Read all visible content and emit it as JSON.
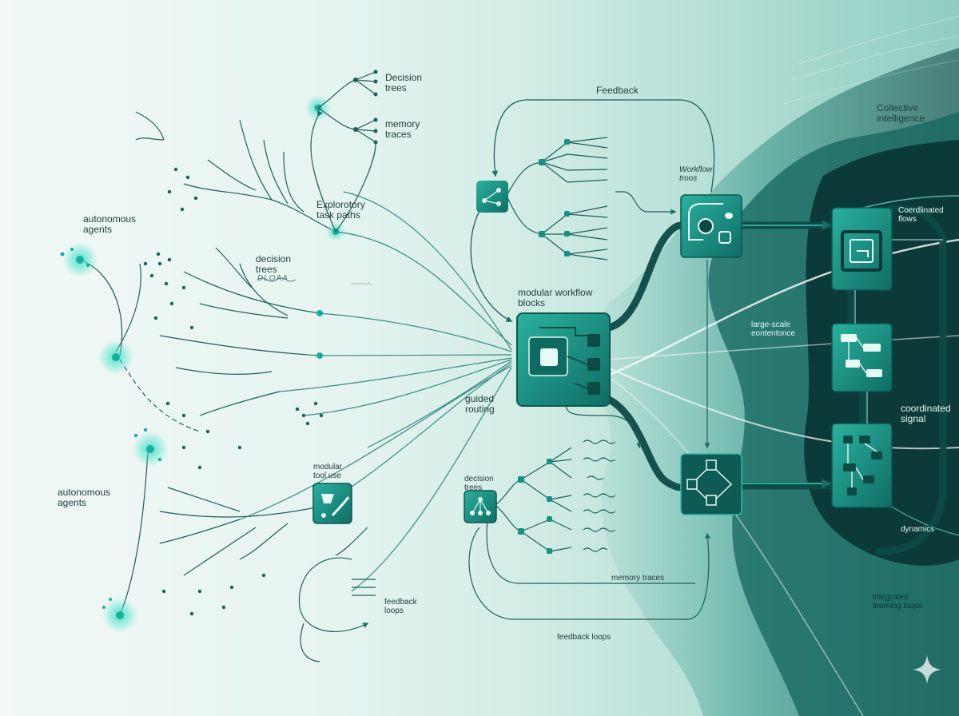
{
  "labels": {
    "autonomous_agents_top": "autonomous\nagents",
    "decision_trees_left": "decision\ntrees",
    "scribble_text": "DLOAA",
    "autonomous_agents_bottom": "autonomous\nagents",
    "decision_trees_top": "Decision\ntrees",
    "memory_traces_top": "memory\ntraces",
    "exploratory_task_paths": "Explorotory\ntask paths",
    "modular_tool_use": "modular\ntool use",
    "feedback_loops_left": "feedback\nloops",
    "feedback_top": "Feedback",
    "modular_workflow_blocks": "modular workflow\nblocks",
    "guided_routing": "guided\nrouting",
    "decision_trees_bottom": "decision\ntrees",
    "memory_traces_bottom": "memory traces",
    "feedback_loops_bottom": "feedback loops",
    "workflow_trees": "Workflow\ntroos",
    "collective_intelligence": "Collective\nintelligence",
    "coordinated_flows": "Coerdlinated\nflows",
    "large_scale_coherence": "large-scale\neontentonce",
    "coordinated_signal": "coordinated\nsignal",
    "dynamics": "dynamics",
    "integrated_learning_loops": "integrated\nlearning loops"
  },
  "colors": {
    "background_light": "#f1f8f6",
    "teal_dark": "#0e5b57",
    "teal_mid": "#1a9e8f",
    "teal_node": "#17b09e",
    "glow": "#3fe0c8",
    "block_fill": "#14857a",
    "ink_text": "#1f3b3a",
    "light_text": "#e6fbf6"
  },
  "icons": [
    "share-nodes-icon",
    "tool-icon",
    "tree-icon",
    "workflow-icon",
    "flow-square-icon",
    "grid-flow-icon",
    "sparkle-icon"
  ]
}
